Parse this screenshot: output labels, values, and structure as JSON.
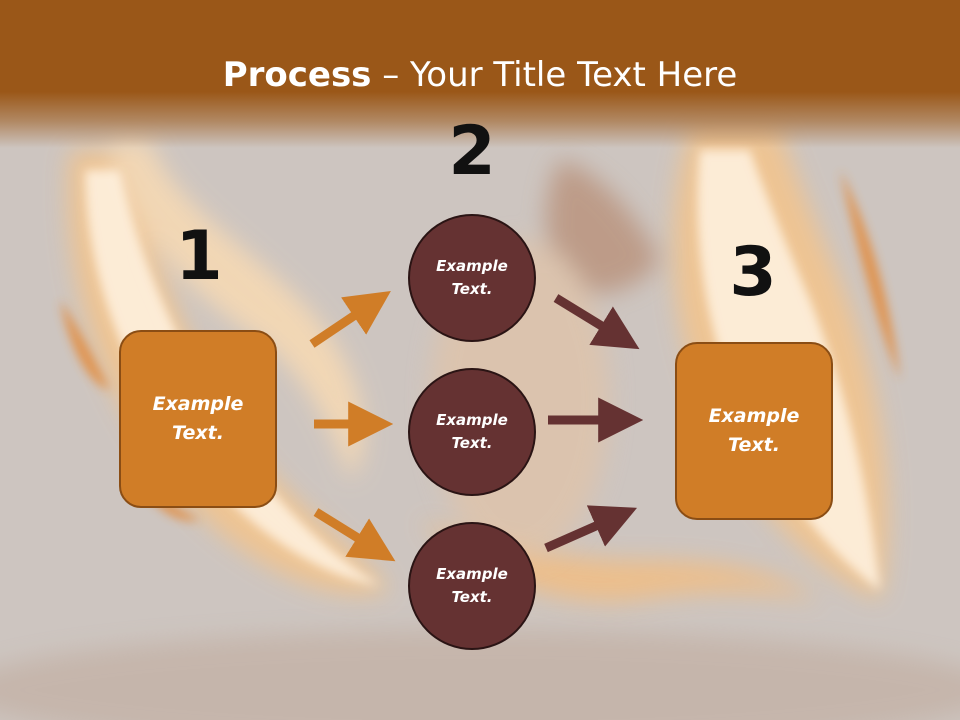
{
  "slide": {
    "title_bold": "Process",
    "title_rest": " – Your Title Text Here",
    "colors": {
      "header": "#9a5718",
      "box_fill": "#d07d27",
      "circle_fill": "#653232",
      "arrow_orange": "#d07d27",
      "arrow_maroon": "#653232"
    }
  },
  "diagram": {
    "step_numbers": [
      "1",
      "2",
      "3"
    ],
    "input_box": "Example Text.",
    "middle_circles": [
      "Example Text.",
      "Example Text.",
      "Example Text."
    ],
    "output_box": "Example Text."
  }
}
